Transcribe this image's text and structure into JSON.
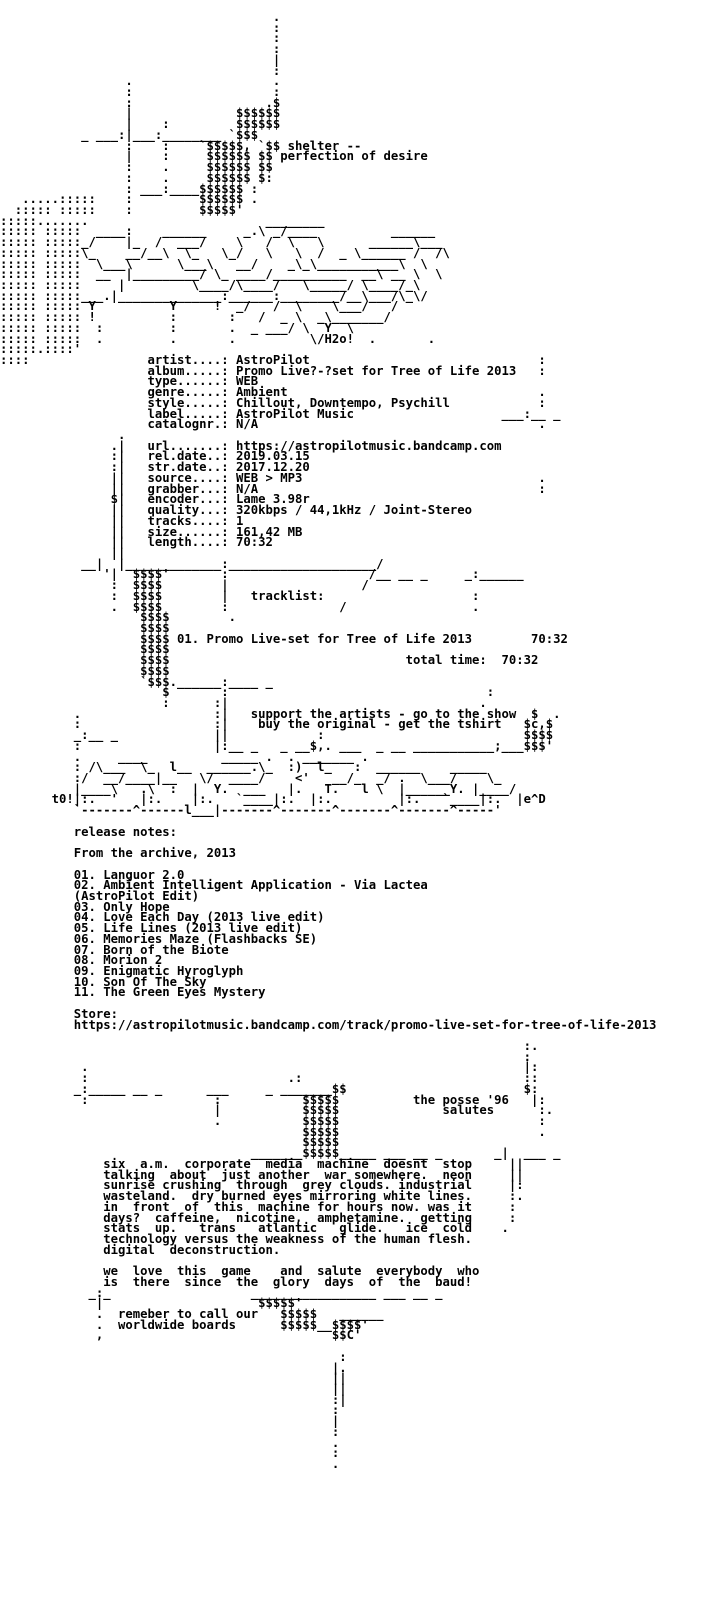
{
  "document": {
    "lines": [
      "                                     .",
      "                                     :",
      "                                     :",
      "                                     :",
      "                                     |",
      "                                     :",
      "                 .                   .",
      "                 :                   :",
      "                 :                  .$",
      "                 |              $$$$$$",
      "                 |    :         $$$$$$",
      "           _ ___:|___:________ `$$$",
      "                 :    :    `$$$$$, `$$ shelter --",
      "                 |    :     $$$$$$ $$ perfection of desire",
      "                 :    .     $$$$$$ $$",
      "                 :    .     $$$$$$ $:",
      "                 : ___:____$$$$$$ :",
      "   .....:::::    :         $$$$$$ .",
      "  ::::: :::::    :         $$$$$'",
      ":::::.......                        ________",
      "::::: :::::  ____:    ______     _.\\ _/____          ______",
      "::::: :::::_/    |_  /  ___/    \\   /  \\   \\      ______\\___",
      "::::: :::::\\_    __/__\\  \\_   \\_/   \\   \\  /  _ \\______ /  /\\",
      "::::: :::::  \\___\\      \\___\\   __/    _\\_\\___________\\  \\",
      "::::: :::::  __  |_________/ \\_ ____/__________  __\\ __ \\  \\",
      "::::: :::::     |         \\____/\\____/   \\_____/ \\____/_\\",
      "::::: :::::___.|______________:______:________/__\\___/\\_\\/",
      "::::: ::::: Y          Y     !  _/   /  \\    \\___/   /",
      "::::: ::::: !          :       :   /  _ \\  _\\_______/",
      "::::: :::::  :         :       .  _ ___/ \\  Y  \\",
      "::::: :::::  .         .       .          \\/H2o!  .       .",
      ":::::.::::'",
      "::::                artist....: AstroPilot                               :",
      "                    album.....: Promo Live?-?set for Tree of Life 2013   :",
      "                    type......: WEB",
      "                    genre.....: Ambient                                  .",
      "                    style.....: Chillout, Downtempo, Psychill            :",
      "                    label.....: AstroPilot Music                    ___:__ _",
      "                    catalognr.: N/A                                      .",
      "                .",
      "               .|   url.......: https://astropilotmusic.bandcamp.com",
      "               :|   rel.date..: 2019.03.15",
      "               :|   str.date..: 2017.12.20",
      "               ||   source....: WEB > MP3                                .",
      "               ||   grabber...: N/A                                      :",
      "               $|   encoder...: Lame 3.98r",
      "               ||   quality...: 320kbps / 44,1kHz / Joint-Stereo",
      "               ||   tracks....: 1",
      "               ||   size......: 161,42 MB",
      "               ||   length....: 70:32",
      "               ||",
      "           __|  |_____________:____________________/",
      "              '|  $$$$'       :                   /__ __ _     _:______",
      "               :  $$$$        |                  /",
      "               :  $$$$        |   tracklist:                    :",
      "               .  $$$$        :               /                 .",
      "                   $$$$        .",
      "                   $$$$",
      "                   $$$$ 01. Promo Live-set for Tree of Life 2013        70:32",
      "                   $$$$",
      "                   $$$$                                total time:  70:32",
      "                   $$$$",
      "                   `$$$.______:____ _",
      "                      $       :                                   :",
      "                      :      :|                                  .",
      "          .                  :|   support the artists - go to the show  $  .",
      "          :                  :|    buy the original - get the tshirt   $c,$",
      "          _:__ _             ||            :                           $$$$",
      "          :                  |:__ _   _ __$,. ___  _ __ ___________;___$$$'",
      "          .     ____          _____ .  . _______ .",
      "          : /\\___  \\_  l__  ______.\\_  :)  l_   :  ______    _____",
      "          :/  __/____|__   \\/  ____/    <'   __/_  _/ .  \\___/    \\_",
      "          |____\\   .\\  :  |  Y.  ___   |.   T.   l \\  |______Y. |____/",
      "       t0!|:.  '   |:.    |:.   `____|:.  |:.         |:.   `____|:.  |e^D",
      "          `-------^------l___|-------^-------^-------^-------^-----'",
      "",
      "          release notes:",
      "",
      "          From the archive, 2013",
      "",
      "          01. Languor 2.0",
      "          02. Ambient Intelligent Application - Via Lactea",
      "          (AstroPilot Edit)",
      "          03. Only Hope",
      "          04. Love Each Day (2013 live edit)",
      "          05. Life Lines (2013 live edit)",
      "          06. Memories Maze (Flashbacks SE)",
      "          07. Born of the Biote",
      "          08. Morion 2",
      "          09. Enigmatic Hyroglyph",
      "          10. Son Of The Sky",
      "          11. The Green Eyes Mystery",
      "",
      "          Store:",
      "          https://astropilotmusic.bandcamp.com/track/promo-live-set-for-tree-of-life-2013",
      "",
      "                                                                       :.",
      "                                                                       :",
      "           .                                                           |:",
      "           :                           .:                              ::",
      "          _:_____ __ _      ___     _ _______$$                        $:",
      "           :                 :           $$$$$          the posse '96   |:",
      "                             |           $$$$$              salutes      :.",
      "                             .           $$$$$                           :",
      "                                         $$$$$                           .",
      "                                         $$$$$",
      "                                  _______$$$$$_____ ___ __ _       _|  ___ _",
      "              six  a.m.  corporate  media  machine  doesnt  stop     ||",
      "              talking  about  just another  war somewhere.  neon     ||",
      "              sunrise crushing  through  grey clouds. industrial     |:",
      "              wasteland.  dry burned eyes mirroring white lines.     :.",
      "              in  front  of  this  machine for hours now. was it     :",
      "              days?  caffeine,  nicotine,  amphetamine.  getting     :",
      "              stats  up.   trans   atlantic   glide.   ice  cold    .",
      "              technology versus the weakness of the human flesh.",
      "              digital  deconstruction.",
      "",
      "              we  love  this  game    and  salute  everybody  who",
      "              is  there  since  the  glory  days  of  the  baud!",
      "            _:_                   _________________ ___ __ _",
      "             |                     $$$$$'",
      "             .  remeber to call our   $$$$$   ______",
      "             .  worldwide boards      $$$$$__$$$$'",
      "             ,                               $$C'",
      "",
      "                                              :",
      "                                             |.",
      "                                             ||",
      "                                             ||",
      "                                             :|",
      "                                             :",
      "                                             |",
      "                                             :",
      "                                             .",
      "                                             :",
      "                                             ."
    ]
  }
}
